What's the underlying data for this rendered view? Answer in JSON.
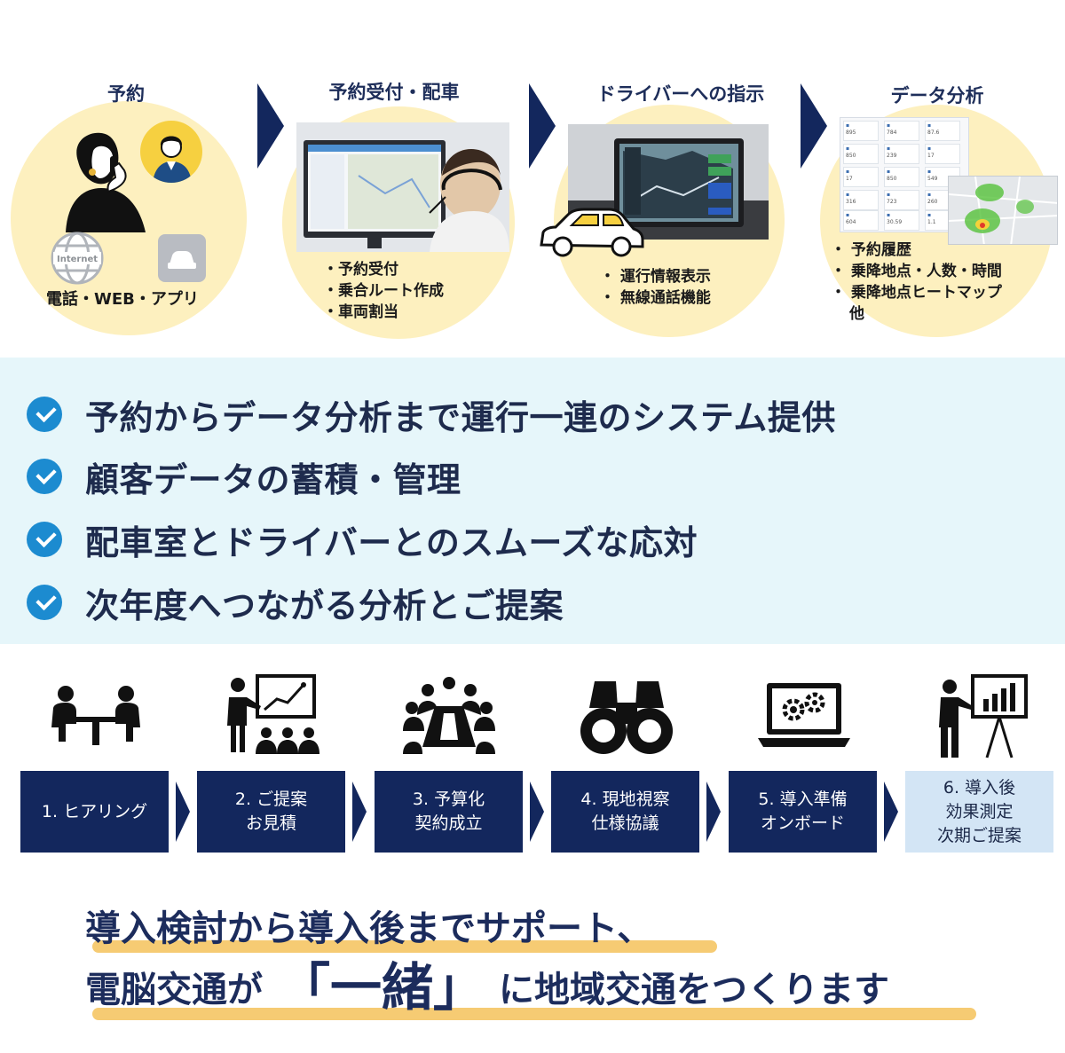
{
  "flow": {
    "stages": [
      {
        "title": "予約",
        "caption": "電話・WEB・アプリ",
        "globe_label": "Internet"
      },
      {
        "title": "予約受付・配車",
        "bullets": [
          "・予約受付",
          "・乗合ルート作成",
          "・車両割当"
        ]
      },
      {
        "title": "ドライバーへの指示",
        "bullets": [
          "・ 運行情報表示",
          "・ 無線通話機能"
        ]
      },
      {
        "title": "データ分析",
        "bullets": [
          "・ 予約履歴",
          "・ 乗降地点・人数・時間",
          "・ 乗降地点ヒートマップ",
          "他"
        ],
        "dashboard_values": [
          "895",
          "784",
          "87.6",
          "850",
          "239",
          "17",
          "17",
          "850",
          "549",
          "316",
          "723",
          "260",
          "604",
          "30.59",
          "1.1"
        ]
      }
    ]
  },
  "benefits": [
    "予約からデータ分析まで運行一連のシステム提供",
    "顧客データの蓄積・管理",
    "配車室とドライバーとのスムーズな応対",
    "次年度へつながる分析とご提案"
  ],
  "process": {
    "steps": [
      {
        "lines": [
          "1. ヒアリング"
        ],
        "icon": "meeting-icon"
      },
      {
        "lines": [
          "2. ご提案",
          "お見積"
        ],
        "icon": "presentation-icon"
      },
      {
        "lines": [
          "3. 予算化",
          "契約成立"
        ],
        "icon": "conference-table-icon"
      },
      {
        "lines": [
          "4. 現地視察",
          "仕様協議"
        ],
        "icon": "binoculars-icon"
      },
      {
        "lines": [
          "5. 導入準備",
          "オンボード"
        ],
        "icon": "laptop-gears-icon"
      },
      {
        "lines": [
          "6. 導入後",
          "効果測定",
          "次期ご提案"
        ],
        "icon": "analysis-chart-icon"
      }
    ]
  },
  "tagline": {
    "line1": "導入検討から導入後までサポート、",
    "line2_prefix": "電脳交通が",
    "line2_emphasis": "「一緒」",
    "line2_suffix": "に地域交通をつくります"
  },
  "colors": {
    "navy": "#13275d",
    "light_step": "#d3e5f5",
    "circle": "#fdf0bf",
    "check": "#1c8bd0",
    "benefit_bg": "#e6f6fa",
    "underline": "#f4c25a"
  }
}
